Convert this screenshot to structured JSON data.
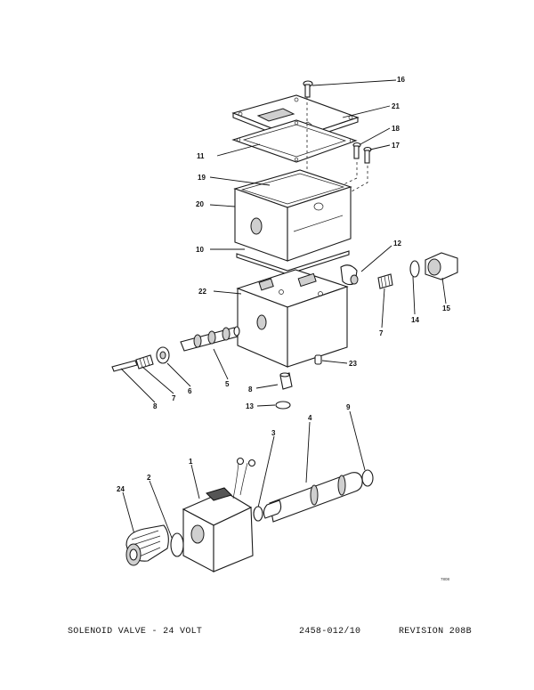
{
  "callouts": {
    "c16": "16",
    "c21": "21",
    "c18": "18",
    "c17": "17",
    "c11": "11",
    "c19": "19",
    "c20": "20",
    "c10": "10",
    "c12": "12",
    "c15": "15",
    "c14": "14",
    "c7a": "7",
    "c22": "22",
    "c5": "5",
    "c6": "6",
    "c7b": "7",
    "c8a": "8",
    "c8b": "8",
    "c23": "23",
    "c13": "13",
    "c9": "9",
    "c4": "4",
    "c3": "3",
    "c1": "1",
    "c2": "2",
    "c24": "24"
  },
  "drawing_number": "7808",
  "footer": {
    "title": "SOLENOID VALVE - 24 VOLT",
    "part_number": "2458-012/10",
    "revision": "REVISION  208B"
  }
}
